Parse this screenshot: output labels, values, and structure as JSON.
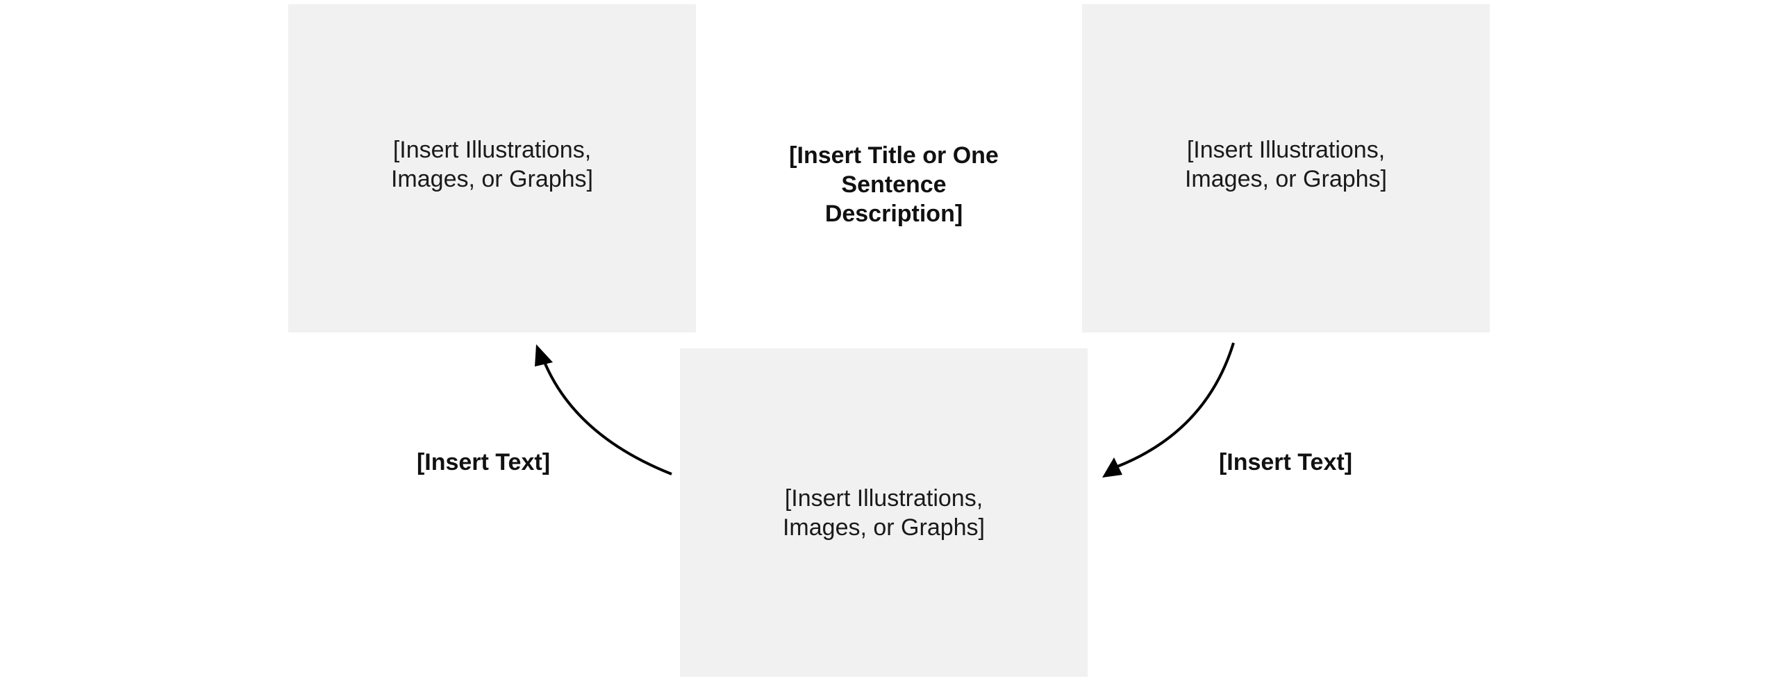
{
  "title": "[Insert Title or One\nSentence\nDescription]",
  "boxes": {
    "top_left": "[Insert Illustrations,\nImages, or Graphs]",
    "top_right": "[Insert Illustrations,\nImages, or Graphs]",
    "bottom": "[Insert Illustrations,\nImages, or Graphs]"
  },
  "labels": {
    "left": "[Insert Text]",
    "right": "[Insert Text]"
  },
  "colors": {
    "box_fill": "#f1f1f1",
    "arrow": "#000000",
    "text": "#111111"
  }
}
